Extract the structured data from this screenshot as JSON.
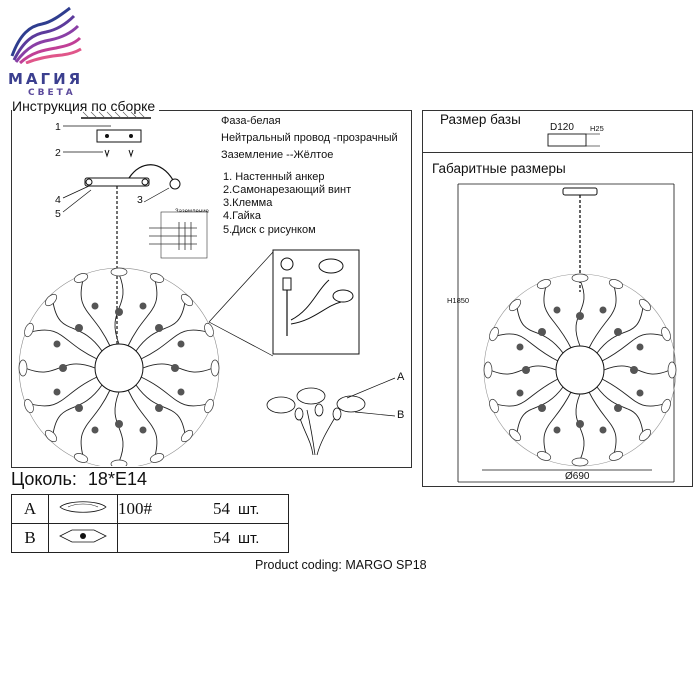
{
  "logo": {
    "line1": "МАГИЯ",
    "line2": "СВЕТА",
    "colors": [
      "#2f3d8f",
      "#8a3fa6",
      "#d6408f"
    ]
  },
  "left_title": "Инструкция по сборке",
  "wires": [
    "Фаза-белая",
    "Нейтральный провод -прозрачный",
    "Заземление --Жёлтое"
  ],
  "steps": [
    "1. Настенный анкер",
    "2.Самонарезающий винт",
    "3.Клемма",
    "4.Гайка",
    "5.Диск с рисунком"
  ],
  "callout_numbers": [
    "1",
    "2",
    "3",
    "4",
    "5"
  ],
  "grounding_label": "Заземление",
  "ab_labels": [
    "A",
    "B"
  ],
  "socket": {
    "label": "Цоколь:",
    "value": "18*E14"
  },
  "parts_table": [
    {
      "letter": "A",
      "code": "100#",
      "qty": "54",
      "unit": "шт."
    },
    {
      "letter": "B",
      "code": "",
      "qty": "54",
      "unit": "шт."
    }
  ],
  "base": {
    "title": "Размер базы",
    "d": "D120",
    "h": "H25"
  },
  "dimensions": {
    "title": "Габаритные размеры",
    "height": "H1850",
    "width": "Ø690"
  },
  "product_coding": "Product coding: MARGO SP18"
}
